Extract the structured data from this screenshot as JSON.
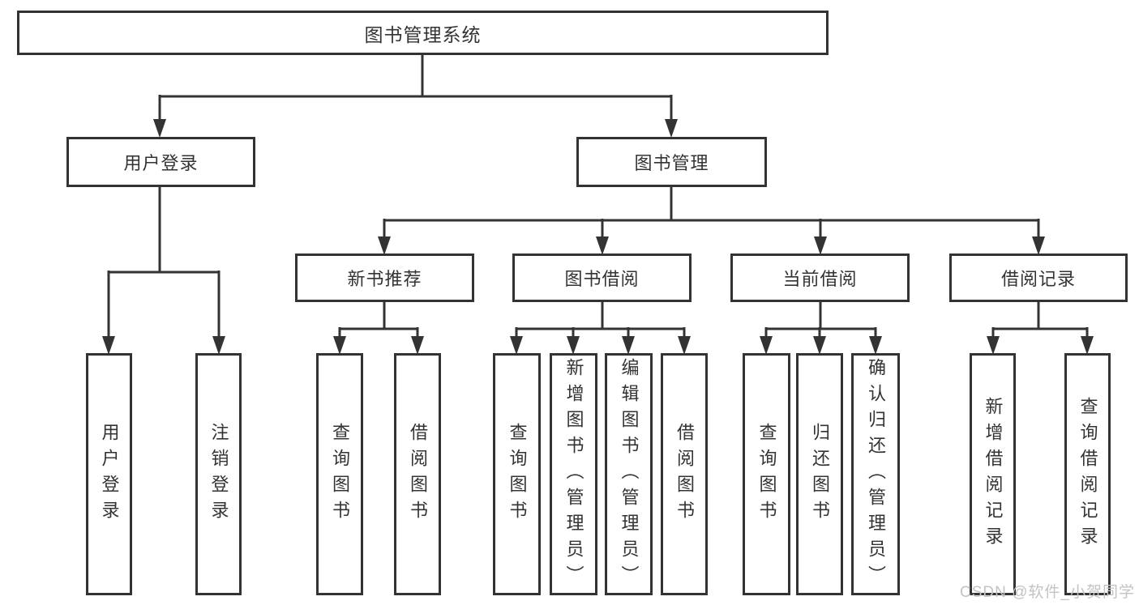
{
  "diagram": {
    "title": "图书管理系统",
    "tree": {
      "label": "图书管理系统",
      "children": [
        {
          "label": "用户登录",
          "children": [
            {
              "label": "用户登录"
            },
            {
              "label": "注销登录"
            }
          ]
        },
        {
          "label": "图书管理",
          "children": [
            {
              "label": "新书推荐",
              "children": [
                {
                  "label": "查询图书"
                },
                {
                  "label": "借阅图书"
                }
              ]
            },
            {
              "label": "图书借阅",
              "children": [
                {
                  "label": "查询图书"
                },
                {
                  "label": "新增图书（管理员）"
                },
                {
                  "label": "编辑图书（管理员）"
                },
                {
                  "label": "借阅图书"
                }
              ]
            },
            {
              "label": "当前借阅",
              "children": [
                {
                  "label": "查询图书"
                },
                {
                  "label": "归还图书"
                },
                {
                  "label": "确认归还（管理员）"
                }
              ]
            },
            {
              "label": "借阅记录",
              "children": [
                {
                  "label": "新增借阅记录"
                },
                {
                  "label": "查询借阅记录"
                }
              ]
            }
          ]
        }
      ]
    }
  },
  "watermark": {
    "text": "CSDN @软件_小贺同学"
  },
  "colors": {
    "line": "#333333",
    "text": "#333333",
    "background": "#ffffff",
    "watermark": "#c3c3c3"
  }
}
